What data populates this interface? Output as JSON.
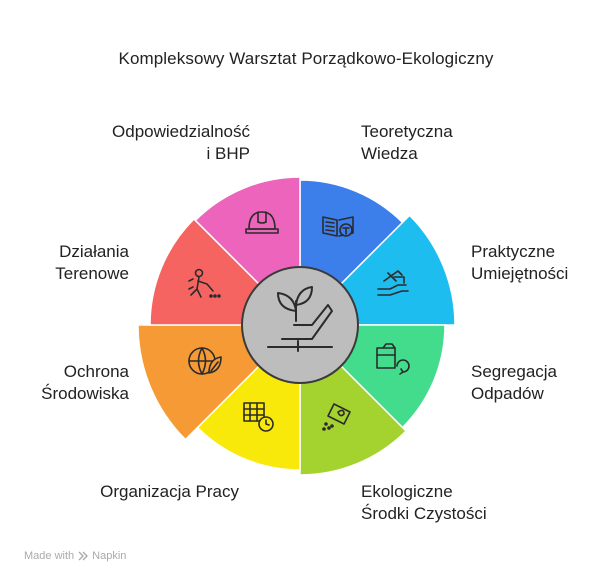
{
  "title": "Kompleksowy Warsztat Porządkowo-Ekologiczny",
  "segments": [
    {
      "label": "Teoretyczna\nWiedza",
      "color": "#3d7fea",
      "icon": "book-text-icon"
    },
    {
      "label": "Praktyczne\nUmiejętności",
      "color": "#1ebdf0",
      "icon": "hands-on-tools-icon"
    },
    {
      "label": "Segregacja\nOdpadów",
      "color": "#43dc8c",
      "icon": "recycle-box-icon"
    },
    {
      "label": "Ekologiczne\nŚrodki Czystości",
      "color": "#a4d22e",
      "icon": "eco-spray-icon"
    },
    {
      "label": "Organizacja Pracy",
      "color": "#f9e90b",
      "icon": "schedule-clock-icon"
    },
    {
      "label": "Ochrona\nŚrodowiska",
      "color": "#f59a34",
      "icon": "globe-leaf-icon"
    },
    {
      "label": "Działania\nTerenowe",
      "color": "#f66462",
      "icon": "field-worker-icon"
    },
    {
      "label": "Odpowiedzialność\ni BHP",
      "color": "#ec64bb",
      "icon": "helmet-icon"
    }
  ],
  "center": {
    "color": "#bdbdbd",
    "icon": "hand-sprout-icon"
  },
  "footer": {
    "made_with": "Made with",
    "brand": "Napkin"
  }
}
